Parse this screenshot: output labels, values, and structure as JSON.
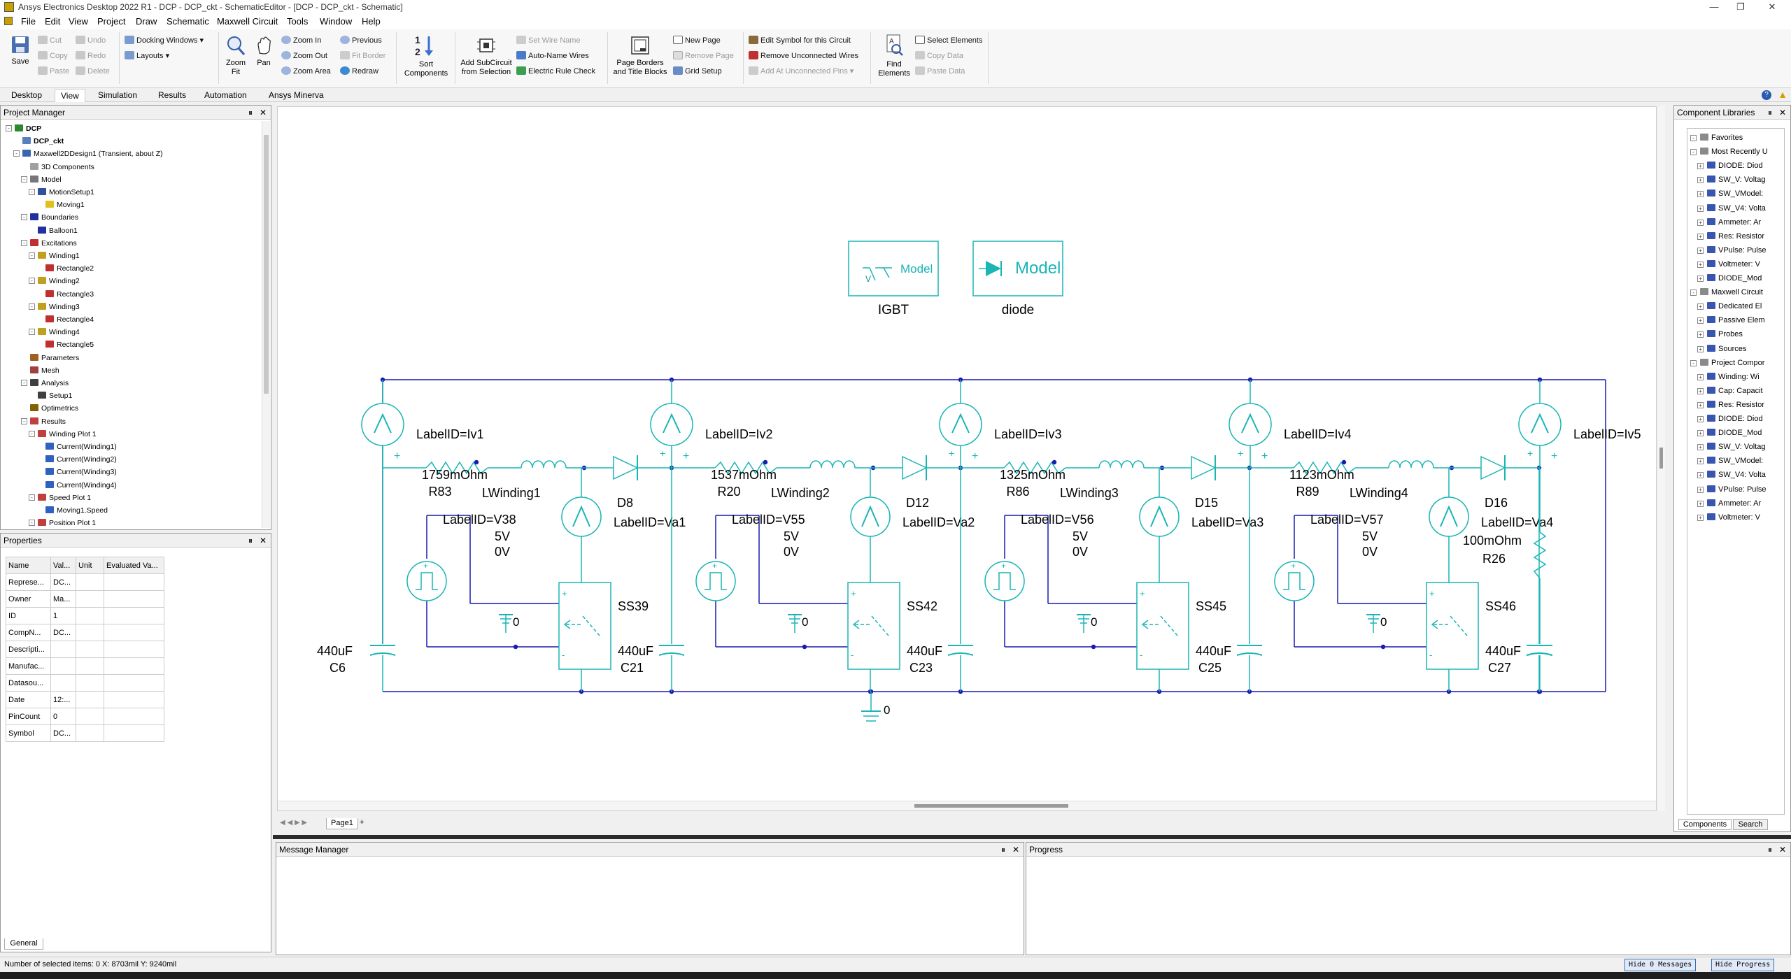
{
  "window": {
    "title": "Ansys Electronics Desktop 2022 R1 - DCP - DCP_ckt - SchematicEditor - [DCP - DCP_ckt - Schematic]"
  },
  "menu": [
    "File",
    "Edit",
    "View",
    "Project",
    "Draw",
    "Schematic",
    "Maxwell Circuit",
    "Tools",
    "Window",
    "Help"
  ],
  "ribbon": {
    "save": "Save",
    "cut": "Cut",
    "copy": "Copy",
    "paste": "Paste",
    "undo": "Undo",
    "redo": "Redo",
    "delete": "Delete",
    "docking": "Docking Windows",
    "layouts": "Layouts",
    "zoomfit_1": "Zoom",
    "zoomfit_2": "Fit",
    "pan": "Pan",
    "zoomin": "Zoom In",
    "zoomout": "Zoom Out",
    "zoomarea": "Zoom Area",
    "previous": "Previous",
    "fitborder": "Fit Border",
    "redraw": "Redraw",
    "sort_1": "Sort",
    "sort_2": "Components",
    "addsub_1": "Add SubCircuit",
    "addsub_2": "from Selection",
    "setwire": "Set Wire Name",
    "autoname": "Auto-Name Wires",
    "erc": "Electric Rule Check",
    "pageborders_1": "Page Borders",
    "pageborders_2": "and Title Blocks",
    "newpage": "New Page",
    "removepage": "Remove Page",
    "gridsetup": "Grid Setup",
    "editsymbol": "Edit Symbol for this Circuit",
    "removeunconnected": "Remove Unconnected Wires",
    "addunconnected": "Add At Unconnected Pins",
    "find_1": "Find",
    "find_2": "Elements",
    "selectelements": "Select Elements",
    "copydata": "Copy Data",
    "pastedata": "Paste Data"
  },
  "tabs": [
    "Desktop",
    "View",
    "Simulation",
    "Results",
    "Automation",
    "Ansys Minerva"
  ],
  "project_manager": {
    "title": "Project Manager",
    "tree": [
      {
        "label": "DCP",
        "level": 0,
        "bold": true,
        "icon": "#2b8a2b"
      },
      {
        "label": "DCP_ckt",
        "level": 1,
        "bold": true,
        "icon": "#5a7fbf"
      },
      {
        "label": "Maxwell2DDesign1 (Transient, about Z)",
        "level": 1,
        "icon": "#3a66b0"
      },
      {
        "label": "3D Components",
        "level": 2,
        "icon": "#a0a0a0"
      },
      {
        "label": "Model",
        "level": 2,
        "icon": "#777777"
      },
      {
        "label": "MotionSetup1",
        "level": 3,
        "icon": "#3050a0"
      },
      {
        "label": "Moving1",
        "level": 4,
        "icon": "#e0c020"
      },
      {
        "label": "Boundaries",
        "level": 2,
        "icon": "#2030a0"
      },
      {
        "label": "Balloon1",
        "level": 3,
        "icon": "#2030a0"
      },
      {
        "label": "Excitations",
        "level": 2,
        "icon": "#c03030"
      },
      {
        "label": "Winding1",
        "level": 3,
        "icon": "#c0a020"
      },
      {
        "label": "Rectangle2",
        "level": 4,
        "icon": "#c03030"
      },
      {
        "label": "Winding2",
        "level": 3,
        "icon": "#c0a020"
      },
      {
        "label": "Rectangle3",
        "level": 4,
        "icon": "#c03030"
      },
      {
        "label": "Winding3",
        "level": 3,
        "icon": "#c0a020"
      },
      {
        "label": "Rectangle4",
        "level": 4,
        "icon": "#c03030"
      },
      {
        "label": "Winding4",
        "level": 3,
        "icon": "#c0a020"
      },
      {
        "label": "Rectangle5",
        "level": 4,
        "icon": "#c03030"
      },
      {
        "label": "Parameters",
        "level": 2,
        "icon": "#a06020"
      },
      {
        "label": "Mesh",
        "level": 2,
        "icon": "#a04040"
      },
      {
        "label": "Analysis",
        "level": 2,
        "icon": "#404040"
      },
      {
        "label": "Setup1",
        "level": 3,
        "icon": "#404040"
      },
      {
        "label": "Optimetrics",
        "level": 2,
        "icon": "#806000"
      },
      {
        "label": "Results",
        "level": 2,
        "icon": "#c04040"
      },
      {
        "label": "Winding Plot 1",
        "level": 3,
        "icon": "#c04040"
      },
      {
        "label": "Current(Winding1)",
        "level": 4,
        "icon": "#3060c0"
      },
      {
        "label": "Current(Winding2)",
        "level": 4,
        "icon": "#3060c0"
      },
      {
        "label": "Current(Winding3)",
        "level": 4,
        "icon": "#3060c0"
      },
      {
        "label": "Current(Winding4)",
        "level": 4,
        "icon": "#3060c0"
      },
      {
        "label": "Speed Plot 1",
        "level": 3,
        "icon": "#c04040"
      },
      {
        "label": "Moving1.Speed",
        "level": 4,
        "icon": "#3060c0"
      },
      {
        "label": "Position Plot 1",
        "level": 3,
        "icon": "#c04040"
      }
    ]
  },
  "properties": {
    "title": "Properties",
    "headers": [
      "Name",
      "Val...",
      "Unit",
      "Evaluated Va..."
    ],
    "rows": [
      [
        "Represe...",
        "DC...",
        "",
        ""
      ],
      [
        "Owner",
        "Ma...",
        "",
        ""
      ],
      [
        "ID",
        "1",
        "",
        ""
      ],
      [
        "CompN...",
        "DC...",
        "",
        ""
      ],
      [
        "Descripti...",
        "",
        "",
        ""
      ],
      [
        "Manufac...",
        "",
        "",
        ""
      ],
      [
        "Datasou...",
        "",
        "",
        ""
      ],
      [
        "Date",
        "12:...",
        "",
        ""
      ],
      [
        "PinCount",
        "0",
        "",
        ""
      ],
      [
        "Symbol",
        "DC...",
        "",
        ""
      ]
    ],
    "tab": "General"
  },
  "component_libraries": {
    "title": "Component Libraries",
    "tree": [
      {
        "label": "Favorites",
        "level": 0
      },
      {
        "label": "Most Recently U",
        "level": 0
      },
      {
        "label": "DIODE: Diod",
        "level": 1
      },
      {
        "label": "SW_V: Voltag",
        "level": 1
      },
      {
        "label": "SW_VModel:",
        "level": 1
      },
      {
        "label": "SW_V4: Volta",
        "level": 1
      },
      {
        "label": "Ammeter: Ar",
        "level": 1
      },
      {
        "label": "Res: Resistor",
        "level": 1
      },
      {
        "label": "VPulse: Pulse",
        "level": 1
      },
      {
        "label": "Voltmeter: V",
        "level": 1
      },
      {
        "label": "DIODE_Mod",
        "level": 1
      },
      {
        "label": "Maxwell Circuit",
        "level": 0
      },
      {
        "label": "Dedicated El",
        "level": 1
      },
      {
        "label": "Passive Elem",
        "level": 1
      },
      {
        "label": "Probes",
        "level": 1
      },
      {
        "label": "Sources",
        "level": 1
      },
      {
        "label": "Project Compor",
        "level": 0
      },
      {
        "label": "Winding: Wi",
        "level": 1
      },
      {
        "label": "Cap: Capacit",
        "level": 1
      },
      {
        "label": "Res: Resistor",
        "level": 1
      },
      {
        "label": "DIODE: Diod",
        "level": 1
      },
      {
        "label": "DIODE_Mod",
        "level": 1
      },
      {
        "label": "SW_V: Voltag",
        "level": 1
      },
      {
        "label": "SW_VModel:",
        "level": 1
      },
      {
        "label": "SW_V4: Volta",
        "level": 1
      },
      {
        "label": "VPulse: Pulse",
        "level": 1
      },
      {
        "label": "Ammeter: Ar",
        "level": 1
      },
      {
        "label": "Voltmeter: V",
        "level": 1
      }
    ],
    "tab_components": "Components",
    "tab_search": "Search"
  },
  "schematic": {
    "models": [
      {
        "text": "Model",
        "label": "IGBT"
      },
      {
        "text": "Model",
        "label": "diode"
      }
    ],
    "ammeters": [
      "LabelID=Iv1",
      "LabelID=Iv2",
      "LabelID=Iv3",
      "LabelID=Iv4",
      "LabelID=Iv5"
    ],
    "resistor_values": [
      "1759mOhm",
      "1537mOhm",
      "1325mOhm",
      "1123mOhm"
    ],
    "resistor_names": [
      "R83",
      "R20",
      "R86",
      "R89"
    ],
    "windings": [
      "LWinding1",
      "LWinding2",
      "LWinding3",
      "LWinding4"
    ],
    "diodes": [
      "D8",
      "D12",
      "D15",
      "D16"
    ],
    "voltmeters": [
      "LabelID=Va1",
      "LabelID=Va2",
      "LabelID=Va3",
      "LabelID=Va4"
    ],
    "pulses": [
      "LabelID=V38",
      "LabelID=V55",
      "LabelID=V56",
      "LabelID=V57"
    ],
    "pulse_v1": "5V",
    "pulse_v2": "0V",
    "switches": [
      "SS39",
      "SS42",
      "SS45",
      "SS46"
    ],
    "caps_left": [
      "C6"
    ],
    "caps_right": [
      "C21",
      "C23",
      "C25",
      "C27"
    ],
    "cap_value": "440uF",
    "load_res_value": "100mOhm",
    "load_res_name": "R26",
    "ground_label": "0"
  },
  "page_tab": "Page1",
  "message_manager": {
    "title": "Message Manager"
  },
  "progress": {
    "title": "Progress"
  },
  "status": {
    "text": "Number of selected items: 0   X: 8703mil  Y: 9240mil",
    "hide_messages": "Hide 0 Messages",
    "hide_progress": "Hide Progress"
  },
  "colors": {
    "wire": "#1a1ab0",
    "component": "#1ab5b5",
    "text": "#000000"
  }
}
